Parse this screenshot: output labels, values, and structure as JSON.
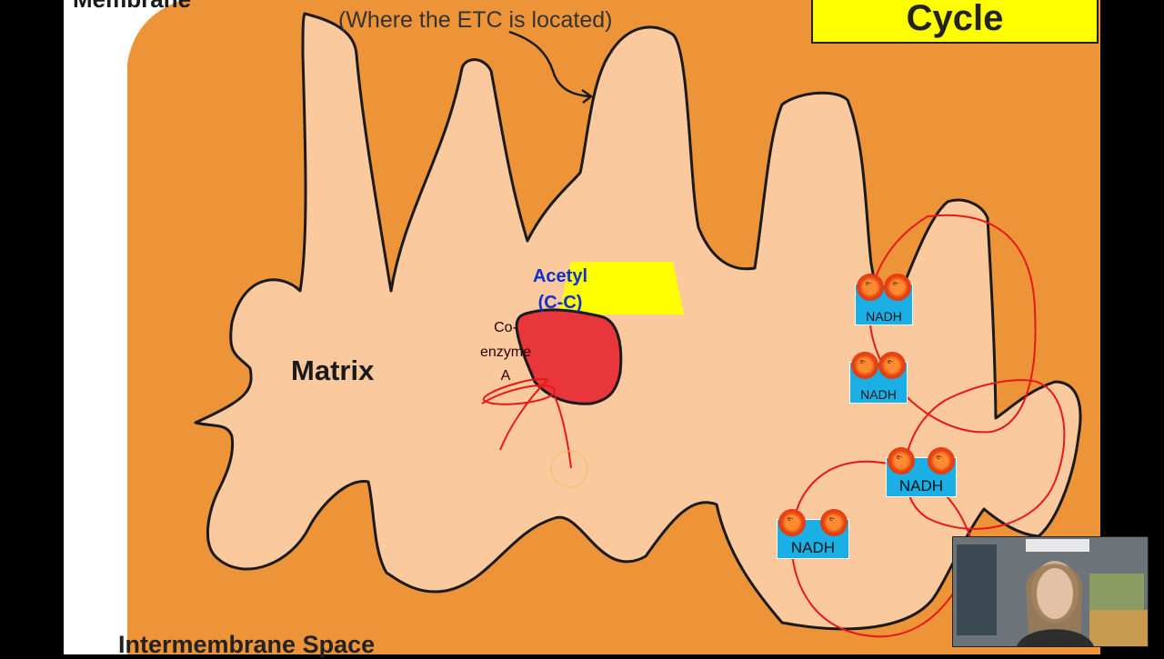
{
  "slide": {
    "title": "Cycle",
    "membrane_label": "Membrane",
    "etc_note": "(Where the ETC is located)",
    "matrix_label": "Matrix",
    "intermembrane_label": "Intermembrane Space",
    "acetyl": {
      "line1": "Acetyl",
      "line2": "(C-C)"
    },
    "coenzyme": {
      "line1": "Co-",
      "line2": "enzyme",
      "line3": "A"
    },
    "nadh_label": "NADH",
    "electron_label": "e-"
  },
  "colors": {
    "intermembrane": "#ee9438",
    "matrix": "#fac99d",
    "title_box": "#ffff00",
    "coenzyme": "#e8363a",
    "acetyl_box": "#ffff00",
    "acetyl_text": "#1030cc",
    "nadh_box": "#1ab0e6",
    "annotation": "#e81818"
  }
}
